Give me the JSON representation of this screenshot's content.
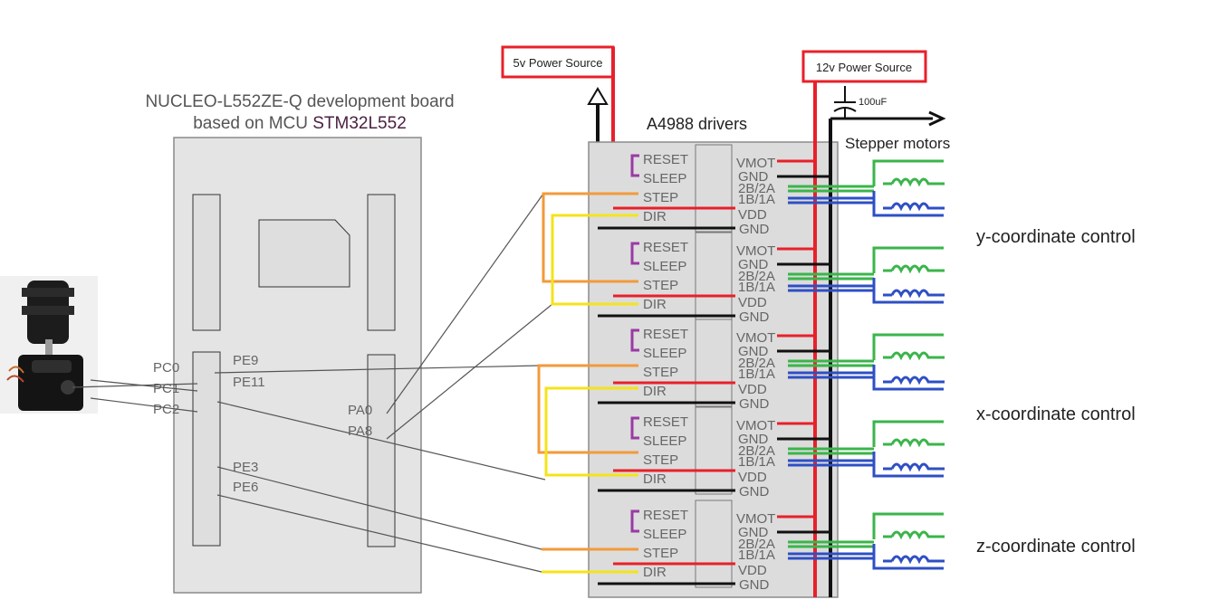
{
  "board": {
    "title_line1": "NUCLEO-L552ZE-Q development board",
    "title_line2_prefix": "based on MCU ",
    "title_line2_mcu": "STM32L552",
    "pins_left": [
      "PC0",
      "PC1",
      "PC2"
    ],
    "pins_mid_top": [
      "PE9",
      "PE11"
    ],
    "pins_mid_bottom": [
      "PE3",
      "PE6"
    ],
    "pins_right": [
      "PA0",
      "PA8"
    ]
  },
  "power": {
    "five_v": "5v Power Source",
    "twelve_v": "12v Power Source",
    "capacitor": "100uF"
  },
  "drivers_title": "A4988 drivers",
  "motors_title": "Stepper motors",
  "driver_pins_left": [
    "RESET",
    "SLEEP",
    "STEP",
    "DIR"
  ],
  "driver_pins_right": [
    "VMOT",
    "GND",
    "2B/2A",
    "1B/1A",
    "VDD",
    "GND"
  ],
  "controls": {
    "y": "y-coordinate control",
    "x": "x-coordinate control",
    "z": "z-coordinate control"
  },
  "colors": {
    "power_red": "#e8202a",
    "ground_black": "#111111",
    "step_orange": "#f39a3a",
    "dir_yellow": "#f5e31a",
    "coil_green": "#3ab54a",
    "coil_blue": "#2e4fc4",
    "reset_purple": "#9a3aa5",
    "board_gray": "#e4e4e4",
    "mcu_label": "#4a2040"
  }
}
